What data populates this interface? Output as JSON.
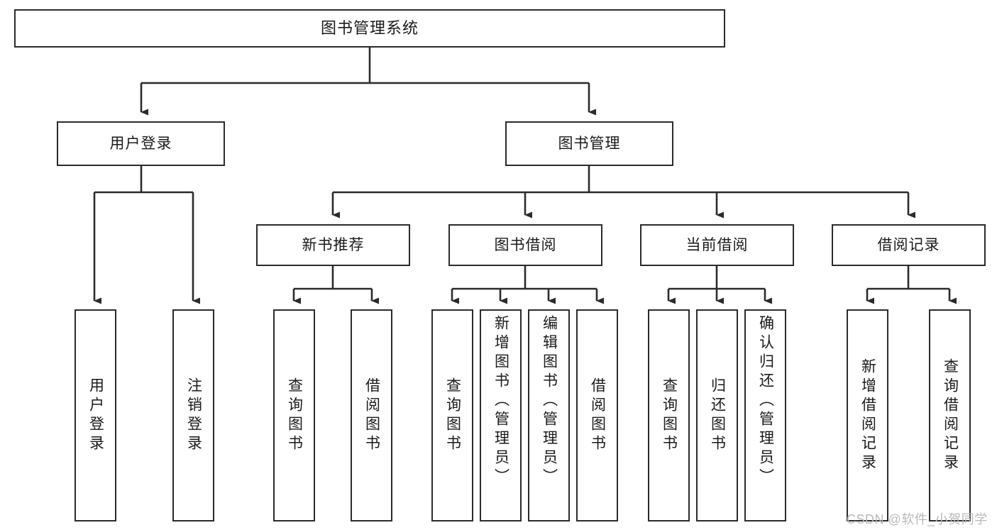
{
  "diagram": {
    "title": "图书管理系统",
    "watermark": "CSDN @软件_小贺同学",
    "colors": {
      "background": "#ffffff",
      "box_border": "#2b2b2b",
      "box_fill": "#ffffff",
      "text": "#1a1a1a",
      "edge": "#2b2b2b",
      "watermark": "#b9b9b9"
    },
    "nodes": {
      "root": "图书管理系统",
      "user_login": "用户登录",
      "book_manage": "图书管理",
      "new_book_rec": "新书推荐",
      "book_borrow": "图书借阅",
      "current_borrow": "当前借阅",
      "borrow_record": "借阅记录",
      "leaf_user_login": "用户登录",
      "leaf_logout": "注销登录",
      "leaf_query_book_1": "查询图书",
      "leaf_borrow_book_1": "借阅图书",
      "leaf_query_book_2": "查询图书",
      "leaf_add_book_admin": "新增图书（管理员）",
      "leaf_edit_book_admin": "编辑图书（管理员）",
      "leaf_borrow_book_2": "借阅图书",
      "leaf_query_book_3": "查询图书",
      "leaf_return_book": "归还图书",
      "leaf_confirm_return_admin": "确认归还（管理员）",
      "leaf_add_record": "新增借阅记录",
      "leaf_query_record": "查询借阅记录"
    }
  }
}
